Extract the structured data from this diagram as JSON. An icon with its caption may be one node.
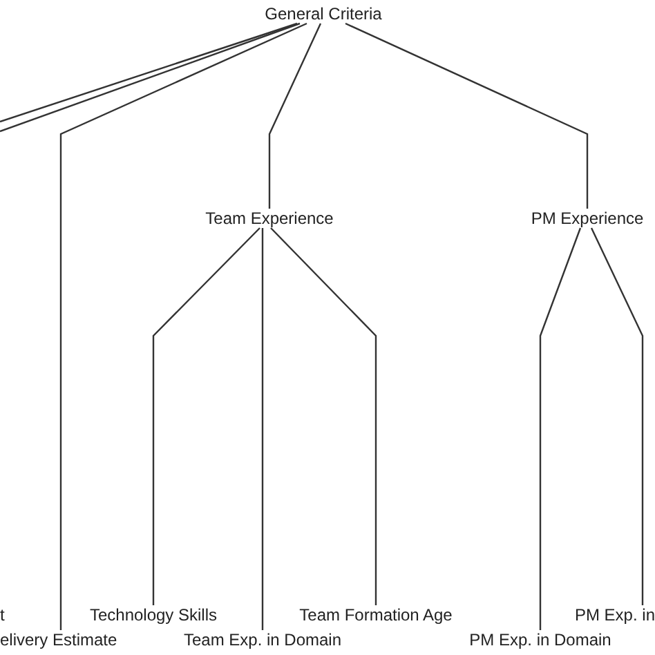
{
  "diagram": {
    "nodes": [
      {
        "text": [
          "General Criteria"
        ]
      },
      {
        "text": [
          "Team Experience"
        ]
      },
      {
        "text": [
          "PM Experience"
        ]
      },
      {
        "text": [
          "elivery Estimate"
        ]
      },
      {
        "text": [
          "Technology Skills"
        ]
      },
      {
        "text": [
          "Team Exp. in Domain"
        ]
      },
      {
        "text": [
          "Team Formation Age"
        ]
      },
      {
        "text": [
          "PM Exp. in Domain"
        ]
      },
      {
        "text": [
          "PM Exp. in"
        ]
      }
    ],
    "edges": [
      {
        "from": 0,
        "to": null,
        "arrow": "none"
      },
      {
        "from": 0,
        "to": null,
        "arrow": "none"
      },
      {
        "from": 0,
        "to": 3,
        "arrow": "none"
      },
      {
        "from": 0,
        "to": 1,
        "arrow": "none"
      },
      {
        "from": 0,
        "to": 2,
        "arrow": "none"
      },
      {
        "from": 1,
        "to": 4,
        "arrow": "none"
      },
      {
        "from": 1,
        "to": 5,
        "arrow": "none"
      },
      {
        "from": 1,
        "to": 6,
        "arrow": "none"
      },
      {
        "from": 2,
        "to": 7,
        "arrow": "none"
      },
      {
        "from": 2,
        "to": 8,
        "arrow": "none"
      }
    ],
    "labels": [
      "t"
    ]
  }
}
